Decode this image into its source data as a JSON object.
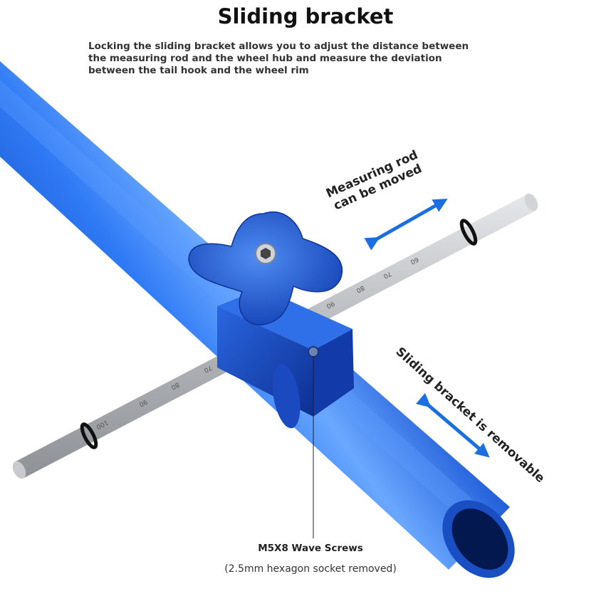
{
  "heading": {
    "title": "Sliding bracket",
    "description": "Locking the sliding bracket allows you to adjust the distance between the measuring rod and the wheel hub and measure the deviation between the tail hook and the wheel rim"
  },
  "annotations": {
    "rod_line1": "Measuring rod",
    "rod_line2": "can be moved",
    "bracket": "Sliding bracket is removable"
  },
  "screw": {
    "label": "M5X8 Wave Screws",
    "note": "(2.5mm hexagon socket removed)"
  },
  "scale_numbers": [
    "100",
    "90",
    "80",
    "70",
    "60",
    "90",
    "80",
    "70",
    "60"
  ],
  "colors": {
    "tube_blue": "#1e5ad6",
    "bracket_blue": "#1b49c0",
    "rod_gray": "#b9bcc0",
    "arrow_blue": "#1c6fe0"
  }
}
